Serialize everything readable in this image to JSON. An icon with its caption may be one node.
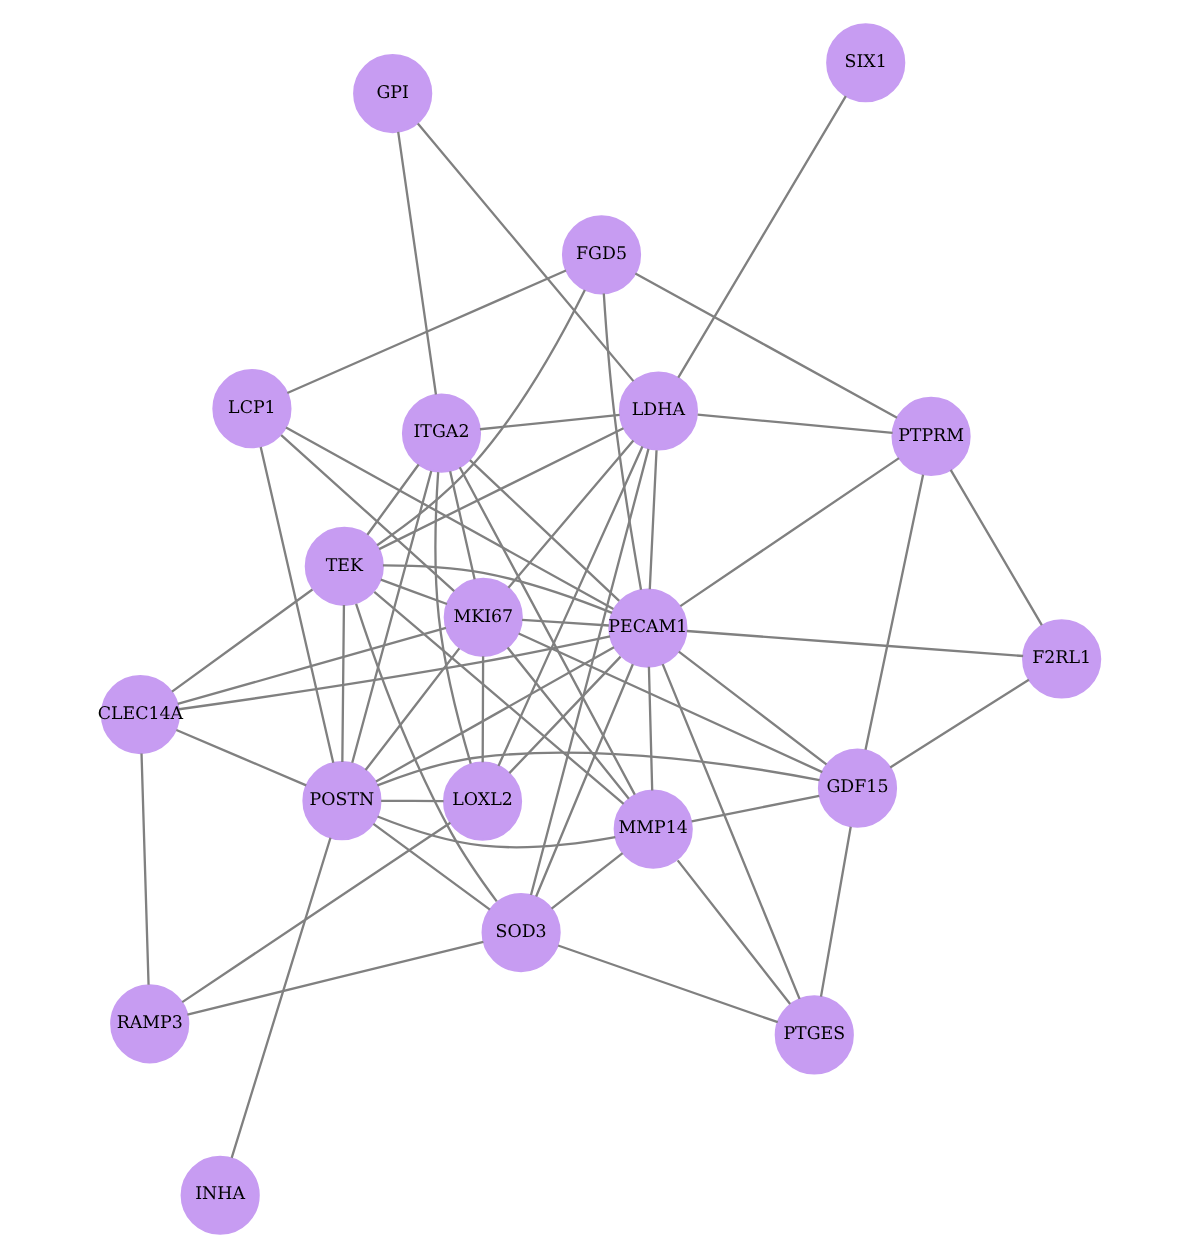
{
  "diagram": {
    "nodes": [
      {
        "text": [
          "RAMP3"
        ]
      },
      {
        "text": [
          "PECAM1"
        ]
      },
      {
        "text": [
          "MMP14"
        ]
      },
      {
        "text": [
          "F2RL1"
        ]
      },
      {
        "text": [
          "TEK"
        ]
      },
      {
        "text": [
          "LCP1"
        ]
      },
      {
        "text": [
          "PTGES"
        ]
      },
      {
        "text": [
          "GDF15"
        ]
      },
      {
        "text": [
          "MKI67"
        ]
      },
      {
        "text": [
          "SIX1"
        ]
      },
      {
        "text": [
          "PTPRM"
        ]
      },
      {
        "text": [
          "SOD3"
        ]
      },
      {
        "text": [
          "LOXL2"
        ]
      },
      {
        "text": [
          "LDHA"
        ]
      },
      {
        "text": [
          "CLEC14A"
        ]
      },
      {
        "text": [
          "POSTN"
        ]
      },
      {
        "text": [
          "INHA"
        ]
      },
      {
        "text": [
          "GPI"
        ]
      },
      {
        "text": [
          "ITGA2"
        ]
      },
      {
        "text": [
          "FGD5"
        ]
      }
    ],
    "edges": [
      {
        "from": 1,
        "to": 2,
        "arrow": "none"
      },
      {
        "from": 1,
        "to": 4,
        "arrow": "none"
      },
      {
        "from": 2,
        "to": 4,
        "arrow": "none"
      },
      {
        "from": 1,
        "to": 5,
        "arrow": "none"
      },
      {
        "from": 1,
        "to": 7,
        "arrow": "none"
      },
      {
        "from": 1,
        "to": 3,
        "arrow": "none"
      },
      {
        "from": 1,
        "to": 6,
        "arrow": "none"
      },
      {
        "from": 1,
        "to": 10,
        "arrow": "none"
      },
      {
        "from": 1,
        "to": 14,
        "arrow": "none"
      },
      {
        "from": 1,
        "to": 11,
        "arrow": "none"
      },
      {
        "from": 1,
        "to": 15,
        "arrow": "none"
      },
      {
        "from": 1,
        "to": 8,
        "arrow": "none"
      },
      {
        "from": 1,
        "to": 12,
        "arrow": "none"
      },
      {
        "from": 1,
        "to": 13,
        "arrow": "none"
      },
      {
        "from": 1,
        "to": 18,
        "arrow": "none"
      },
      {
        "from": 1,
        "to": 19,
        "arrow": "none"
      },
      {
        "from": 4,
        "to": 11,
        "arrow": "none"
      },
      {
        "from": 4,
        "to": 8,
        "arrow": "none"
      },
      {
        "from": 4,
        "to": 14,
        "arrow": "none"
      },
      {
        "from": 4,
        "to": 15,
        "arrow": "none"
      },
      {
        "from": 4,
        "to": 13,
        "arrow": "none"
      },
      {
        "from": 4,
        "to": 18,
        "arrow": "none"
      },
      {
        "from": 4,
        "to": 19,
        "arrow": "none"
      },
      {
        "from": 9,
        "to": 13,
        "arrow": "none"
      },
      {
        "from": 2,
        "to": 7,
        "arrow": "none"
      },
      {
        "from": 2,
        "to": 11,
        "arrow": "none"
      },
      {
        "from": 2,
        "to": 6,
        "arrow": "none"
      },
      {
        "from": 2,
        "to": 8,
        "arrow": "none"
      },
      {
        "from": 2,
        "to": 15,
        "arrow": "none"
      },
      {
        "from": 2,
        "to": 18,
        "arrow": "none"
      },
      {
        "from": 5,
        "to": 8,
        "arrow": "none"
      },
      {
        "from": 5,
        "to": 15,
        "arrow": "none"
      },
      {
        "from": 5,
        "to": 19,
        "arrow": "none"
      },
      {
        "from": 0,
        "to": 11,
        "arrow": "none"
      },
      {
        "from": 0,
        "to": 14,
        "arrow": "none"
      },
      {
        "from": 0,
        "to": 12,
        "arrow": "none"
      },
      {
        "from": 3,
        "to": 7,
        "arrow": "none"
      },
      {
        "from": 3,
        "to": 10,
        "arrow": "none"
      },
      {
        "from": 7,
        "to": 6,
        "arrow": "none"
      },
      {
        "from": 7,
        "to": 8,
        "arrow": "none"
      },
      {
        "from": 7,
        "to": 10,
        "arrow": "none"
      },
      {
        "from": 7,
        "to": 15,
        "arrow": "none"
      },
      {
        "from": 6,
        "to": 11,
        "arrow": "none"
      },
      {
        "from": 10,
        "to": 13,
        "arrow": "none"
      },
      {
        "from": 10,
        "to": 19,
        "arrow": "none"
      },
      {
        "from": 11,
        "to": 15,
        "arrow": "none"
      },
      {
        "from": 11,
        "to": 13,
        "arrow": "none"
      },
      {
        "from": 14,
        "to": 15,
        "arrow": "none"
      },
      {
        "from": 14,
        "to": 8,
        "arrow": "none"
      },
      {
        "from": 15,
        "to": 16,
        "arrow": "none"
      },
      {
        "from": 15,
        "to": 12,
        "arrow": "none"
      },
      {
        "from": 15,
        "to": 18,
        "arrow": "none"
      },
      {
        "from": 8,
        "to": 15,
        "arrow": "none"
      },
      {
        "from": 12,
        "to": 13,
        "arrow": "none"
      },
      {
        "from": 12,
        "to": 18,
        "arrow": "none"
      },
      {
        "from": 8,
        "to": 12,
        "arrow": "none"
      },
      {
        "from": 13,
        "to": 17,
        "arrow": "none"
      },
      {
        "from": 13,
        "to": 18,
        "arrow": "none"
      },
      {
        "from": 17,
        "to": 18,
        "arrow": "none"
      },
      {
        "from": 8,
        "to": 18,
        "arrow": "none"
      },
      {
        "from": 8,
        "to": 13,
        "arrow": "none"
      }
    ]
  }
}
